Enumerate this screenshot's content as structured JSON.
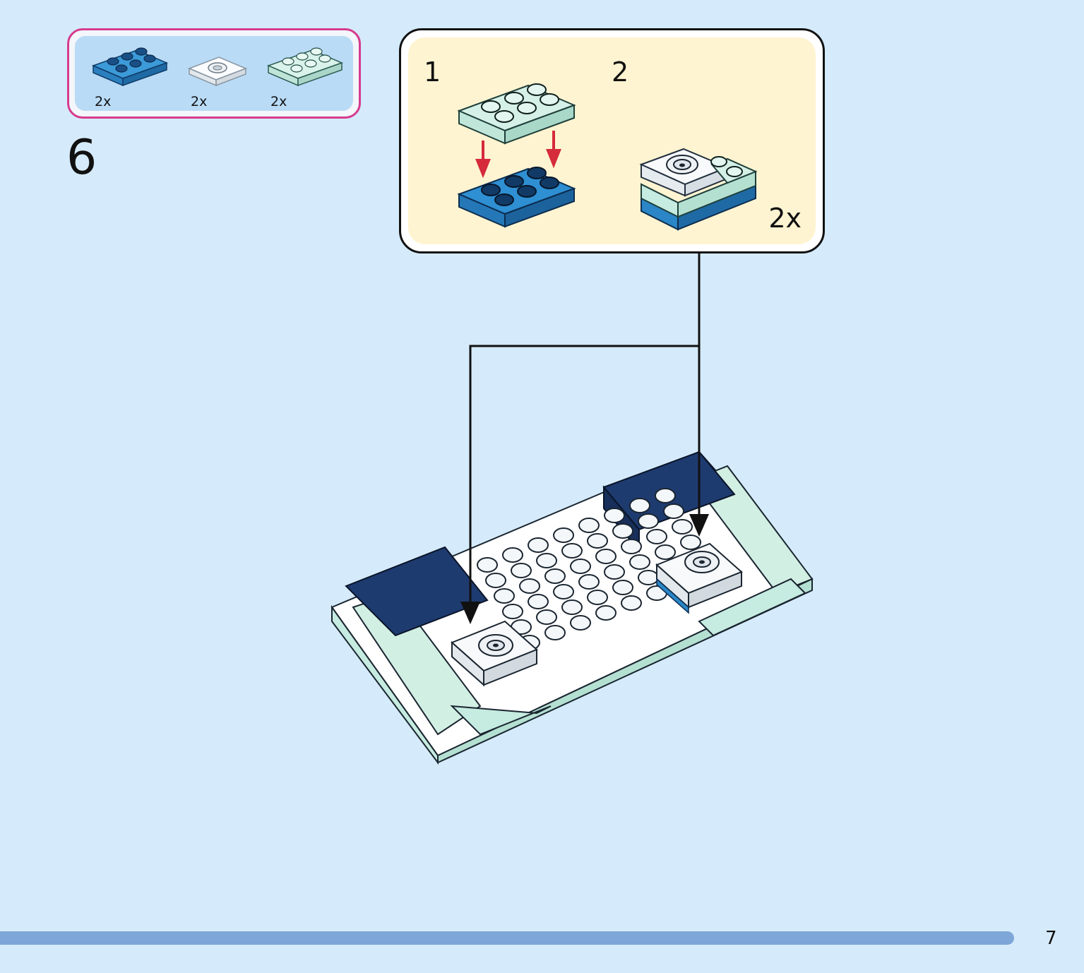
{
  "parts_callout": {
    "items": [
      {
        "qty": "2x",
        "icon": "blue-2x3-plate-icon",
        "color": "#2a86c6"
      },
      {
        "qty": "2x",
        "icon": "white-jumper-plate-icon",
        "color": "#f4f6f8"
      },
      {
        "qty": "2x",
        "icon": "mint-2x3-plate-icon",
        "color": "#c6ebe0"
      }
    ],
    "border_color": "#d63b8f"
  },
  "step": {
    "number": "6"
  },
  "sub_assembly": {
    "substeps": [
      "1",
      "2"
    ],
    "quantity": "2x"
  },
  "colors": {
    "background": "#d5ebfb",
    "subassembly_background": "#fff4d1",
    "dark_blue": "#1e3b6f",
    "mint": "#c6ebe0",
    "arrow_red": "#d52b3b"
  },
  "footer": {
    "page_number": "7"
  }
}
